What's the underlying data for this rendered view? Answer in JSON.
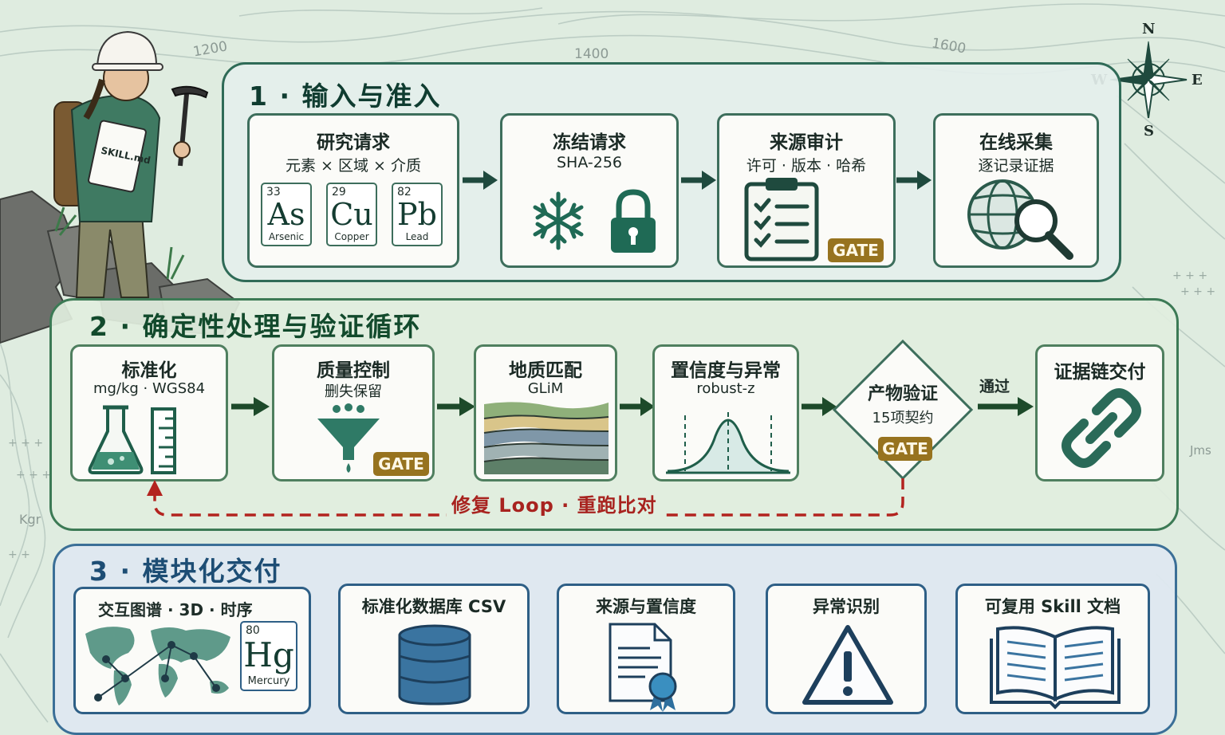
{
  "map_labels": {
    "l1200": "1200",
    "l1400": "1400",
    "l1600": "1600",
    "jms": "Jms",
    "kgr": "Kgr"
  },
  "compass": {
    "n": "N",
    "s": "S",
    "e": "E",
    "w": "W"
  },
  "geologist": {
    "clipboard": "SKILL.md"
  },
  "section1": {
    "title": "1 · 输入与准入",
    "research": {
      "title": "研究请求",
      "sub": "元素 × 区域 × 介质",
      "elements": [
        {
          "number": "33",
          "symbol": "As",
          "name": "Arsenic"
        },
        {
          "number": "29",
          "symbol": "Cu",
          "name": "Copper"
        },
        {
          "number": "82",
          "symbol": "Pb",
          "name": "Lead"
        }
      ]
    },
    "freeze": {
      "title": "冻结请求",
      "sub": "SHA-256"
    },
    "audit": {
      "title": "来源审计",
      "sub": "许可 · 版本 · 哈希",
      "gate": "GATE"
    },
    "collect": {
      "title": "在线采集",
      "sub": "逐记录证据"
    }
  },
  "section2": {
    "title": "2 · 确定性处理与验证循环",
    "normalize": {
      "title": "标准化",
      "sub": "mg/kg · WGS84"
    },
    "qc": {
      "title": "质量控制",
      "sub": "删失保留",
      "gate": "GATE"
    },
    "geomatch": {
      "title": "地质匹配",
      "sub": "GLiM"
    },
    "confidence": {
      "title": "置信度与异常",
      "sub": "robust-z"
    },
    "verify": {
      "title": "产物验证",
      "sub": "15项契约",
      "gate": "GATE"
    },
    "pass_label": "通过",
    "evidence": {
      "title": "证据链交付"
    },
    "loop_label": "修复 Loop · 重跑比对"
  },
  "section3": {
    "title": "3 · 模块化交付",
    "interactive": {
      "title": "交互图谱 · 3D · 时序",
      "element": {
        "number": "80",
        "symbol": "Hg",
        "name": "Mercury"
      }
    },
    "database": {
      "title": "标准化数据库 CSV"
    },
    "provenance": {
      "title": "来源与置信度"
    },
    "anomaly": {
      "title": "异常识别"
    },
    "skill": {
      "title": "可复用 Skill 文档"
    }
  },
  "colors": {
    "primary": "#1f5e4a",
    "section2": "#3c7a55",
    "section3": "#2e5f86",
    "gate": "#97731f",
    "loop": "#b3231f"
  }
}
